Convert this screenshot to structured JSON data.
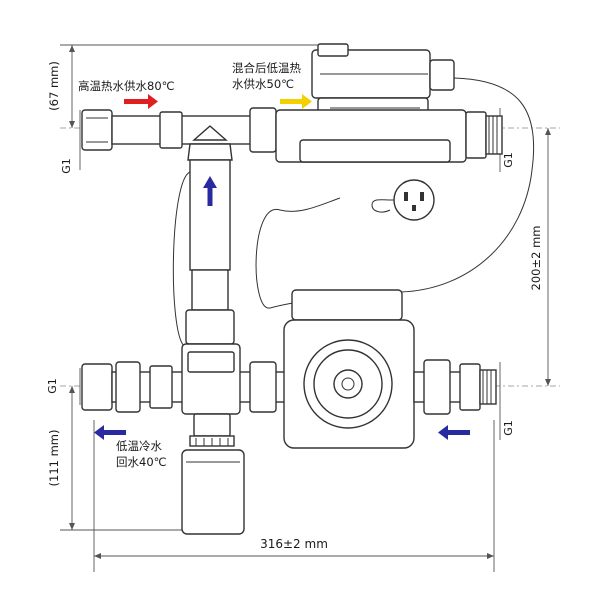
{
  "labels": {
    "hot_supply_line1": "高温热水供水80℃",
    "mixed_supply_line1": "混合后低温热",
    "mixed_supply_line2": "水供水50℃",
    "cold_return_line1": "低温冷水",
    "cold_return_line2": "回水40℃"
  },
  "dimensions": {
    "top_offset": "(67 mm)",
    "bottom_offset": "(111 mm)",
    "pipe_spacing": "200±2 mm",
    "overall_width": "316±2 mm",
    "thread_top_left": "G1",
    "thread_top_right": "G1",
    "thread_bottom_left": "G1",
    "thread_bottom_right": "G1"
  },
  "colors": {
    "hot_arrow": "#e02020",
    "mixed_arrow": "#f5d000",
    "cold_arrow": "#2a2aa0",
    "line": "#333333"
  },
  "icons": {
    "flow_arrow": "arrow-icon",
    "plug": "power-plug-icon"
  }
}
